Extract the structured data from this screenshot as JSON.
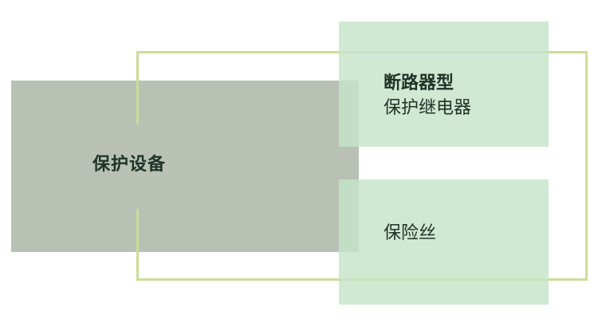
{
  "diagram": {
    "root": {
      "label": "保护设备"
    },
    "children": [
      {
        "label_bold": "断路器型",
        "label_normal": "保护继电器"
      },
      {
        "label": "保险丝"
      }
    ]
  },
  "colors": {
    "root_fill": "#b9c1b5",
    "child_fill": "#cfe6d2",
    "frame_stroke": "#cbdd96",
    "text": "#1f3328",
    "background": "#ffffff"
  }
}
